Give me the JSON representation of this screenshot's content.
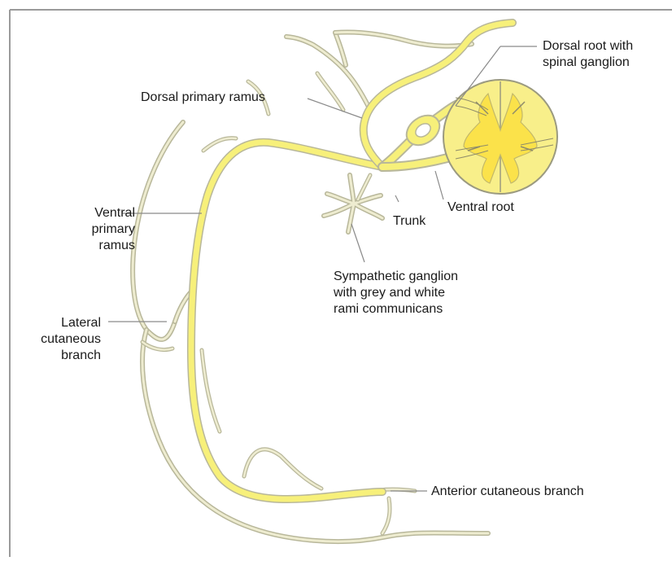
{
  "labels": {
    "dorsal_root": "Dorsal root with\nspinal ganglion",
    "dorsal_primary_ramus": "Dorsal primary ramus",
    "ventral_primary_ramus": "Ventral\nprimary\nramus",
    "ventral_root": "Ventral root",
    "trunk": "Trunk",
    "sympathetic_ganglion": "Sympathetic ganglion\nwith grey and white\nrami communicans",
    "lateral_cutaneous_branch": "Lateral\ncutaneous\nbranch",
    "anterior_cutaneous_branch": "Anterior cutaneous branch"
  },
  "colors": {
    "nerve_fill": "#f7f07a",
    "nerve_outline": "#b8b79a",
    "cord_fill": "#f8ef8a",
    "cord_grey": "#fbe24a",
    "leader": "#8a8a8a",
    "text": "#1a1a1a"
  }
}
